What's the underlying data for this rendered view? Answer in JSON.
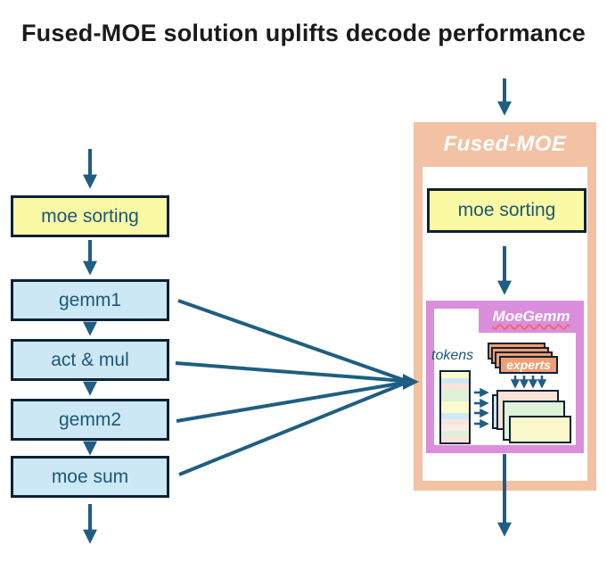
{
  "title": "Fused-MOE solution uplifts decode performance",
  "left_flow": {
    "boxes": [
      {
        "label": "moe sorting",
        "style": "yellow"
      },
      {
        "label": "gemm1",
        "style": "blue"
      },
      {
        "label": "act & mul",
        "style": "blue"
      },
      {
        "label": "gemm2",
        "style": "blue"
      },
      {
        "label": "moe sum",
        "style": "blue"
      }
    ]
  },
  "fused_moe": {
    "title": "Fused-MOE",
    "sorting_label": "moe sorting",
    "moegemm": {
      "title": "MoeGemm",
      "tokens_label": "tokens",
      "experts_label": "experts",
      "token_stripes": [
        "#FDFBCE",
        "#CEE9F7",
        "#FAE3DB",
        "#DCF1D8",
        "#DCF1D8",
        "#FDFBCE",
        "#FDFBCE",
        "#CEE9F7",
        "#FAE3DB",
        "#FBEDE4",
        "#DCF1D8",
        "#FAE3DB"
      ]
    }
  },
  "colors": {
    "arrow": "#1F5E82",
    "border": "#0D2137",
    "box_text": "#1B5878",
    "yellow": "#FAF9A4",
    "blue": "#CDE8F5",
    "peach": "#F3C1A3",
    "pink": "#DB8EDB",
    "orange": "#F09E74",
    "underline": "#ED6A6A",
    "title": "#1A1A1A"
  }
}
